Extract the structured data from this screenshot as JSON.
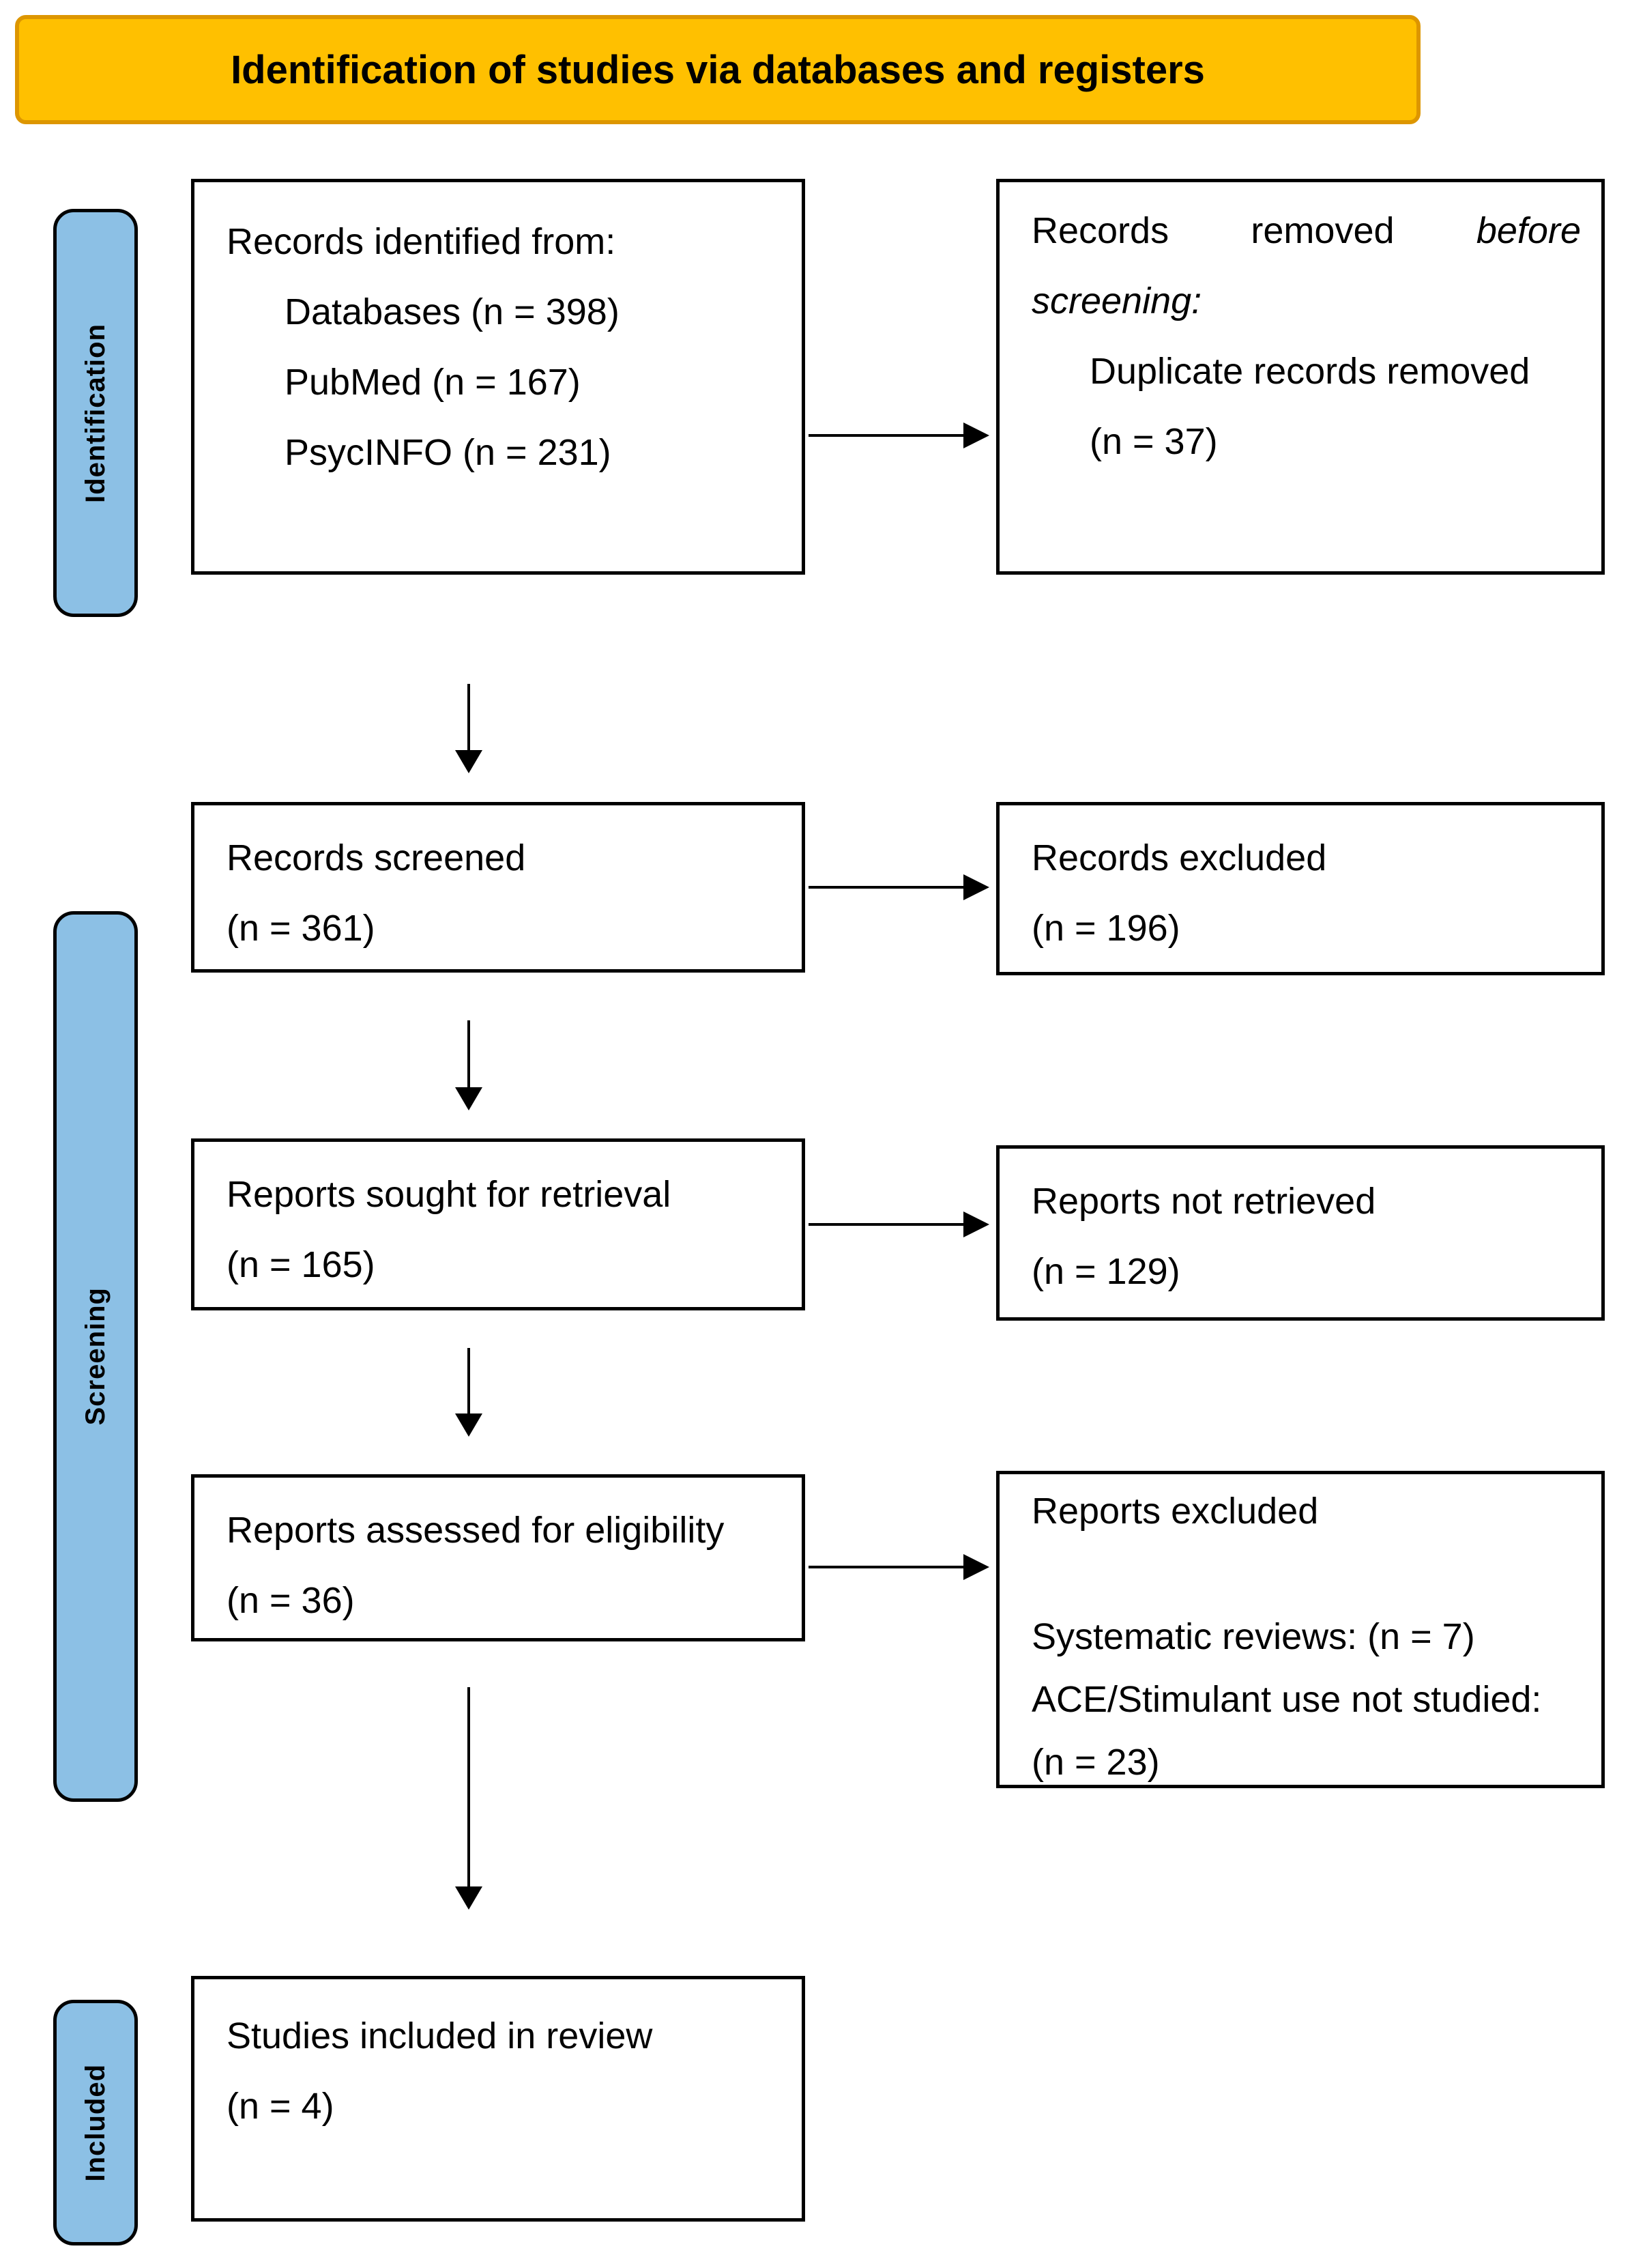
{
  "header": {
    "title": "Identification of studies via databases and registers"
  },
  "sidebar": {
    "identification": "Identification",
    "screening": "Screening",
    "included": "Included"
  },
  "boxes": {
    "identified": {
      "title": "Records identified from:",
      "items": [
        "Databases (n = 398)",
        "PubMed (n = 167)",
        "PsycINFO (n = 231)"
      ]
    },
    "removed_before_screening": {
      "line1_words": [
        "Records",
        "removed",
        "before"
      ],
      "line2": "screening:",
      "items": [
        "Duplicate records removed",
        "(n = 37)"
      ]
    },
    "screened": {
      "lines": [
        "Records screened",
        "(n = 361)"
      ]
    },
    "records_excluded": {
      "lines": [
        "Records excluded",
        "(n = 196)"
      ]
    },
    "sought": {
      "lines": [
        "Reports sought for retrieval",
        "(n = 165)"
      ]
    },
    "not_retrieved": {
      "lines": [
        "Reports not retrieved",
        "(n = 129)"
      ]
    },
    "assessed": {
      "lines": [
        "Reports assessed for eligibility",
        "(n = 36)"
      ]
    },
    "reports_excluded": {
      "title": "Reports excluded",
      "reasons": [
        "Systematic reviews: (n = 7)",
        "ACE/Stimulant use not studied: (n = 23)"
      ]
    },
    "included_studies": {
      "lines": [
        "Studies included in review",
        "(n = 4)"
      ]
    }
  },
  "colors": {
    "header_bg": "#FFC000",
    "header_border": "#DD9600",
    "sidebar_bg": "#8CC0E5",
    "box_border": "#000000",
    "arrow": "#000000",
    "text": "#000000"
  }
}
